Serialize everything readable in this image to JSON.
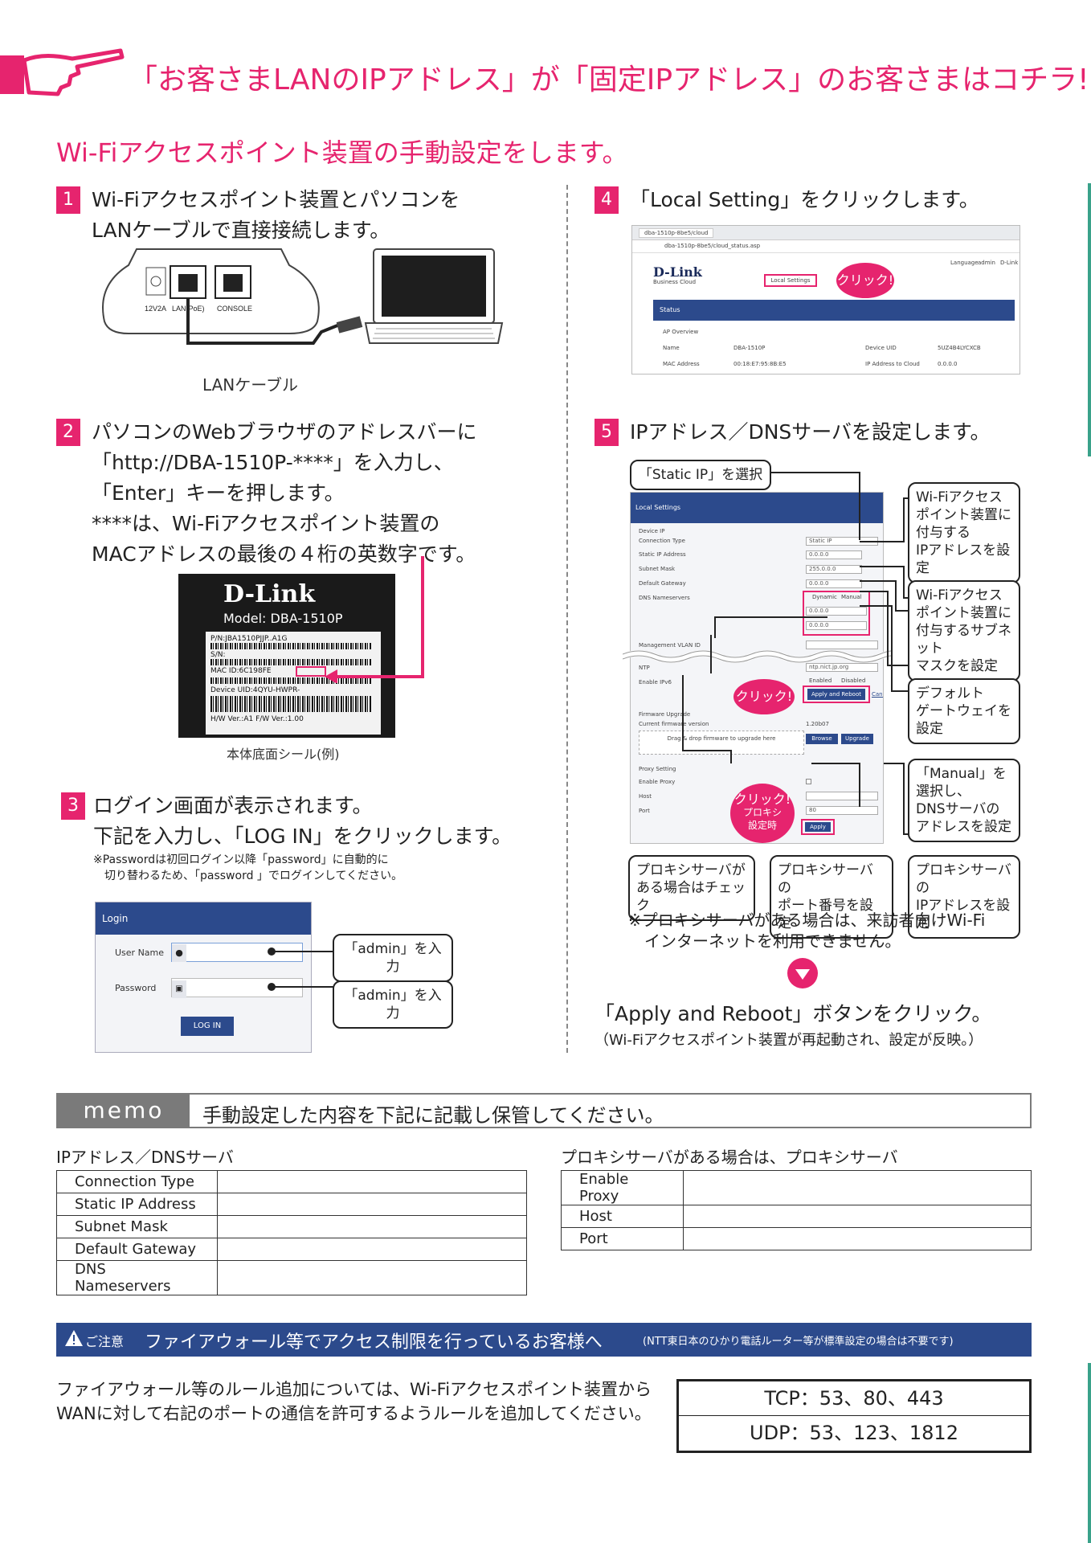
{
  "header": {
    "title": "「お客さまLANのIPアドレス」が「固定IPアドレス」のお客さまはコチラ!",
    "subtitle": "Wi-Fiアクセスポイント装置の手動設定をします。"
  },
  "steps": [
    {
      "num": "1",
      "lines": [
        "Wi-Fiアクセスポイント装置とパソコンを",
        "LANケーブルで直接接続します。"
      ]
    },
    {
      "num": "2",
      "lines": [
        "パソコンのWebブラウザのアドレスバーに",
        "「http://DBA-1510P-****」を入力し、",
        "「Enter」キーを押します。",
        "****は、Wi-Fiアクセスポイント装置の",
        "MACアドレスの最後の４桁の英数字です。"
      ]
    },
    {
      "num": "3",
      "lines": [
        "ログイン画面が表示されます。",
        "下記を入力し、「LOG IN」をクリックします。"
      ],
      "note": [
        "※Passwordは初回ログイン以降「password」に自動的に",
        "切り替わるため、「password 」でログインしてください。"
      ]
    },
    {
      "num": "4",
      "lines": [
        "「Local Setting」をクリックします。"
      ]
    },
    {
      "num": "5",
      "lines": [
        "IPアドレス／DNSサーバを設定します。"
      ]
    }
  ],
  "device": {
    "ports": [
      "12V2A",
      "LAN(PoE)",
      "CONSOLE"
    ],
    "cable_label": "LANケーブル"
  },
  "label_sticker": {
    "brand": "D-Link",
    "model": "Model: DBA-1510P",
    "pn": "P/N:JBA1510PJJP..A1G",
    "sn": "S/N:",
    "mac": "MAC ID:6C198FE",
    "uid": "Device UID:4QYU-HWPR-",
    "ver": "H/W Ver.:A1   F/W Ver.:1.00",
    "caption": "本体底面シール(例)"
  },
  "login": {
    "title": "Login",
    "user_label": "User Name",
    "pass_label": "Password",
    "button": "LOG IN",
    "callout_user": "「admin」を入力",
    "callout_pass": "「admin」を入力"
  },
  "browser": {
    "tab": "dba-1510p-8be5/cloud",
    "url": "dba-1510p-8be5/cloud_status.asp",
    "brand": "D-Link",
    "brand_sub": "Business Cloud",
    "local_setting": "Local Settings",
    "click": "クリック!",
    "top_right": [
      "Language",
      "admin",
      "D-Link"
    ],
    "status_bar": "Status",
    "ap_overview": "AP Overview",
    "rows": [
      {
        "k1": "Name",
        "v1": "DBA-1510P",
        "k2": "Device UID",
        "v2": "5UZ4B4LYCXCB"
      },
      {
        "k1": "MAC Address",
        "v1": "00:18:E7:95:8B:E5",
        "k2": "IP Address to Cloud",
        "v2": "0.0.0.0"
      }
    ]
  },
  "local_settings": {
    "bar": "Local Settings",
    "section": "Device IP",
    "fields": [
      {
        "label": "Connection Type",
        "value": "Static IP"
      },
      {
        "label": "Static IP Address",
        "value": "0.0.0.0"
      },
      {
        "label": "Subnet Mask",
        "value": "255.0.0.0"
      },
      {
        "label": "Default Gateway",
        "value": "0.0.0.0"
      },
      {
        "label": "DNS Nameservers",
        "value": ""
      }
    ],
    "dns_options": [
      "Dynamic",
      "Manual"
    ],
    "dns_values": [
      "0.0.0.0",
      "0.0.0.0"
    ],
    "mgmt_vlan": "Management VLAN ID",
    "ntp": "NTP",
    "ntp_value": "ntp.nict.jp.org",
    "ipv6": "Enable IPv6",
    "ipv6_options": [
      "Enabled",
      "Disabled"
    ],
    "apply_reboot": "Apply and Reboot",
    "cancel": "Cancel",
    "fw_title": "Firmware Upgrade",
    "fw_current": "Current firmware version",
    "fw_version": "1.20b07",
    "fw_drop": "Drag & drop firmware to upgrade here",
    "browse": "Browse",
    "upgrade": "Upgrade",
    "proxy_title": "Proxy Setting",
    "proxy_enable": "Enable Proxy",
    "proxy_host": "Host",
    "proxy_port": "Port",
    "proxy_port_value": "80",
    "apply": "Apply",
    "click1": "クリック!",
    "click2": "クリック!",
    "click2_sub1": "プロキシ",
    "click2_sub2": "設定時"
  },
  "callouts": {
    "static_ip": "「Static IP」を選択",
    "ip": [
      "Wi-Fiアクセス",
      "ポイント装置に",
      "付与する",
      "IPアドレスを設定"
    ],
    "subnet": [
      "Wi-Fiアクセス",
      "ポイント装置に",
      "付与するサブネット",
      "マスクを設定"
    ],
    "gateway": [
      "デフォルト",
      "ゲートウェイを",
      "設定"
    ],
    "dns": [
      "「Manual」を",
      "選択し、",
      "DNSサーバの",
      "アドレスを設定"
    ],
    "proxy_check": [
      "プロキシサーバが",
      "ある場合はチェック"
    ],
    "proxy_port": [
      "プロキシサーバの",
      "ポート番号を設定"
    ],
    "proxy_ip": [
      "プロキシサーバの",
      "IPアドレスを設定"
    ]
  },
  "proxy_note": [
    "※プロキシサーバがある場合は、来訪者向けWi-Fi",
    "インターネットを利用できません。"
  ],
  "final": {
    "main": "「Apply and Reboot」ボタンをクリック。",
    "sub": "（Wi-Fiアクセスポイント装置が再起動され、設定が反映。）"
  },
  "memo": {
    "tag": "memo",
    "text": "手動設定した内容を下記に記載し保管してください。",
    "left_title": "IPアドレス／DNSサーバ",
    "left_rows": [
      "Connection Type",
      "Static IP Address",
      "Subnet Mask",
      "Default Gateway",
      "DNS Nameservers"
    ],
    "right_title": "プロキシサーバがある場合は、プロキシサーバ",
    "right_rows": [
      "Enable Proxy",
      "Host",
      "Port"
    ]
  },
  "caution": {
    "tag": "ご注意",
    "title": "ファイアウォール等でアクセス制限を行っているお客様へ",
    "title_note": "(NTT東日本のひかり電話ルーター等が標準設定の場合は不要です)",
    "text": [
      "ファイアウォール等のルール追加については、Wi-Fiアクセスポイント装置から",
      "WANに対して右記のポートの通信を許可するようルールを追加してください。"
    ],
    "tcp": "TCP：53、80、443",
    "udp": "UDP：53、123、1812"
  },
  "colors": {
    "accent": "#e6246e",
    "navy": "#2c4a8c",
    "gray_tag": "#7a7a7a"
  }
}
